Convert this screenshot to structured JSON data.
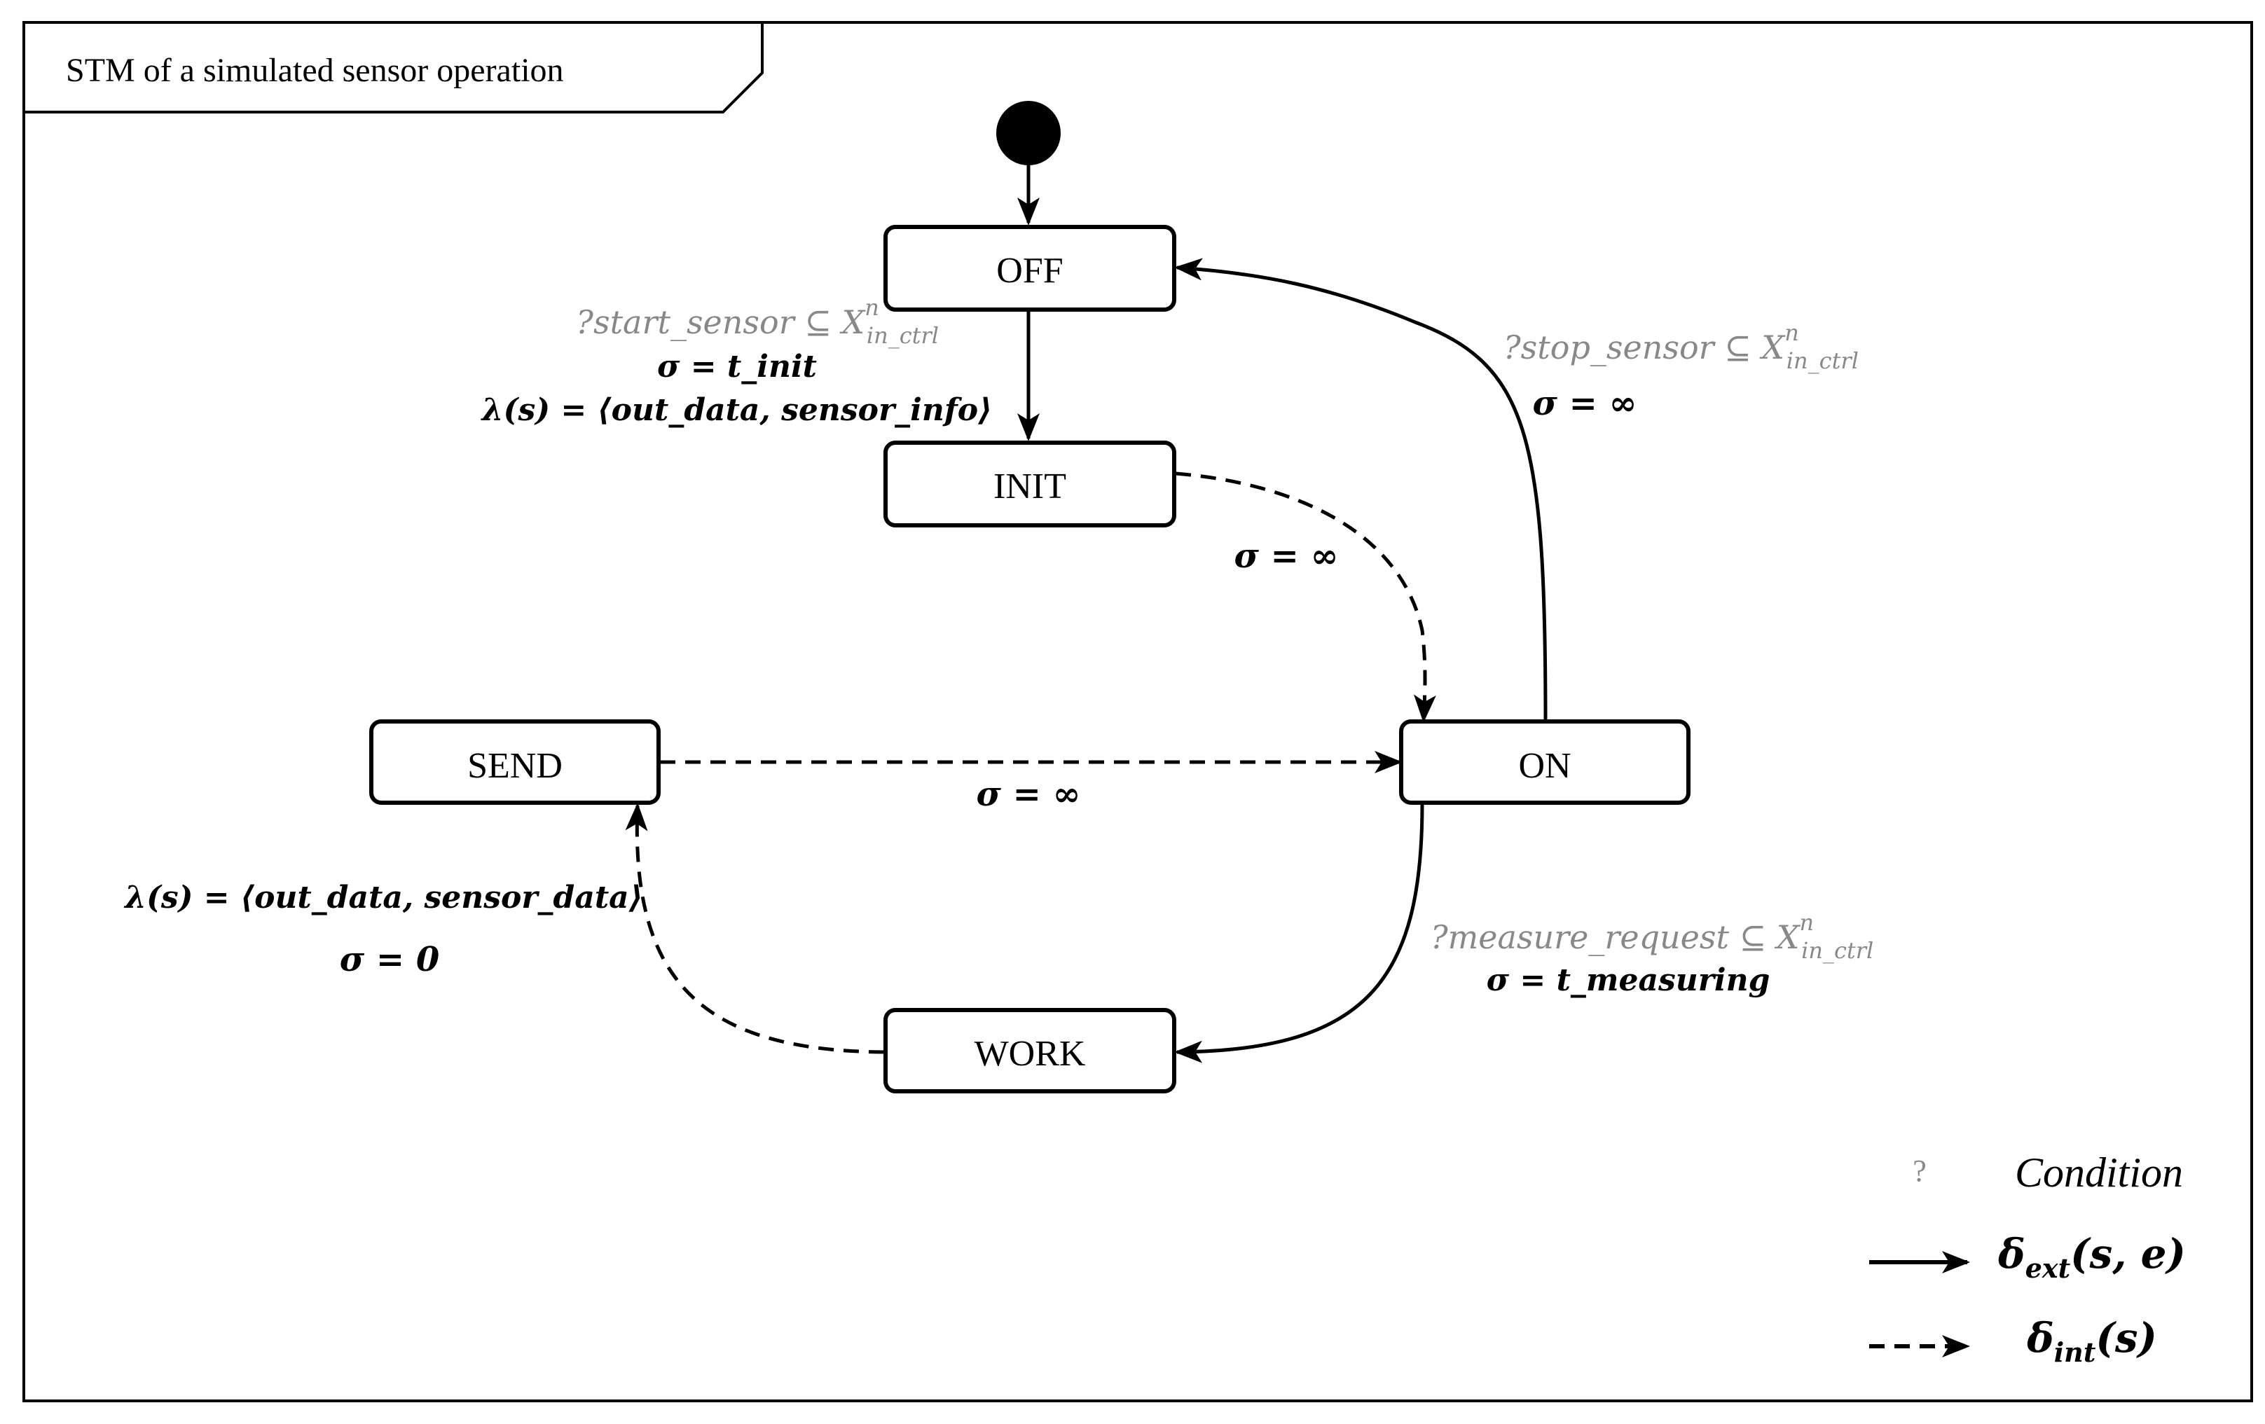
{
  "frame": {
    "title": "STM of a simulated sensor operation"
  },
  "states": {
    "off": "OFF",
    "init": "INIT",
    "on": "ON",
    "send": "SEND",
    "work": "WORK"
  },
  "transitions": {
    "off_init": {
      "condition": "?start_sensor ⊆ X",
      "condition_sup": "n",
      "condition_sub": "in_ctrl",
      "sigma": "σ = t_init",
      "lambda": "λ(s) = ⟨out_data, sensor_info⟩"
    },
    "on_off": {
      "condition": "?stop_sensor ⊆ X",
      "condition_sup": "n",
      "condition_sub": "in_ctrl",
      "sigma": "σ = ∞"
    },
    "init_on": {
      "sigma": "σ = ∞"
    },
    "send_on": {
      "sigma": "σ = ∞"
    },
    "on_work": {
      "condition": "?measure_request ⊆ X",
      "condition_sup": "n",
      "condition_sub": "in_ctrl",
      "sigma": "σ = t_measuring"
    },
    "work_send": {
      "lambda": "λ(s) = ⟨out_data, sensor_data⟩",
      "sigma": "σ = 0"
    }
  },
  "legend": {
    "condition_symbol": "?",
    "condition_label": "Condition",
    "ext_delta": "δ",
    "ext_sub": "ext",
    "ext_args": "(s, e)",
    "int_delta": "δ",
    "int_sub": "int",
    "int_args": "(s)"
  }
}
